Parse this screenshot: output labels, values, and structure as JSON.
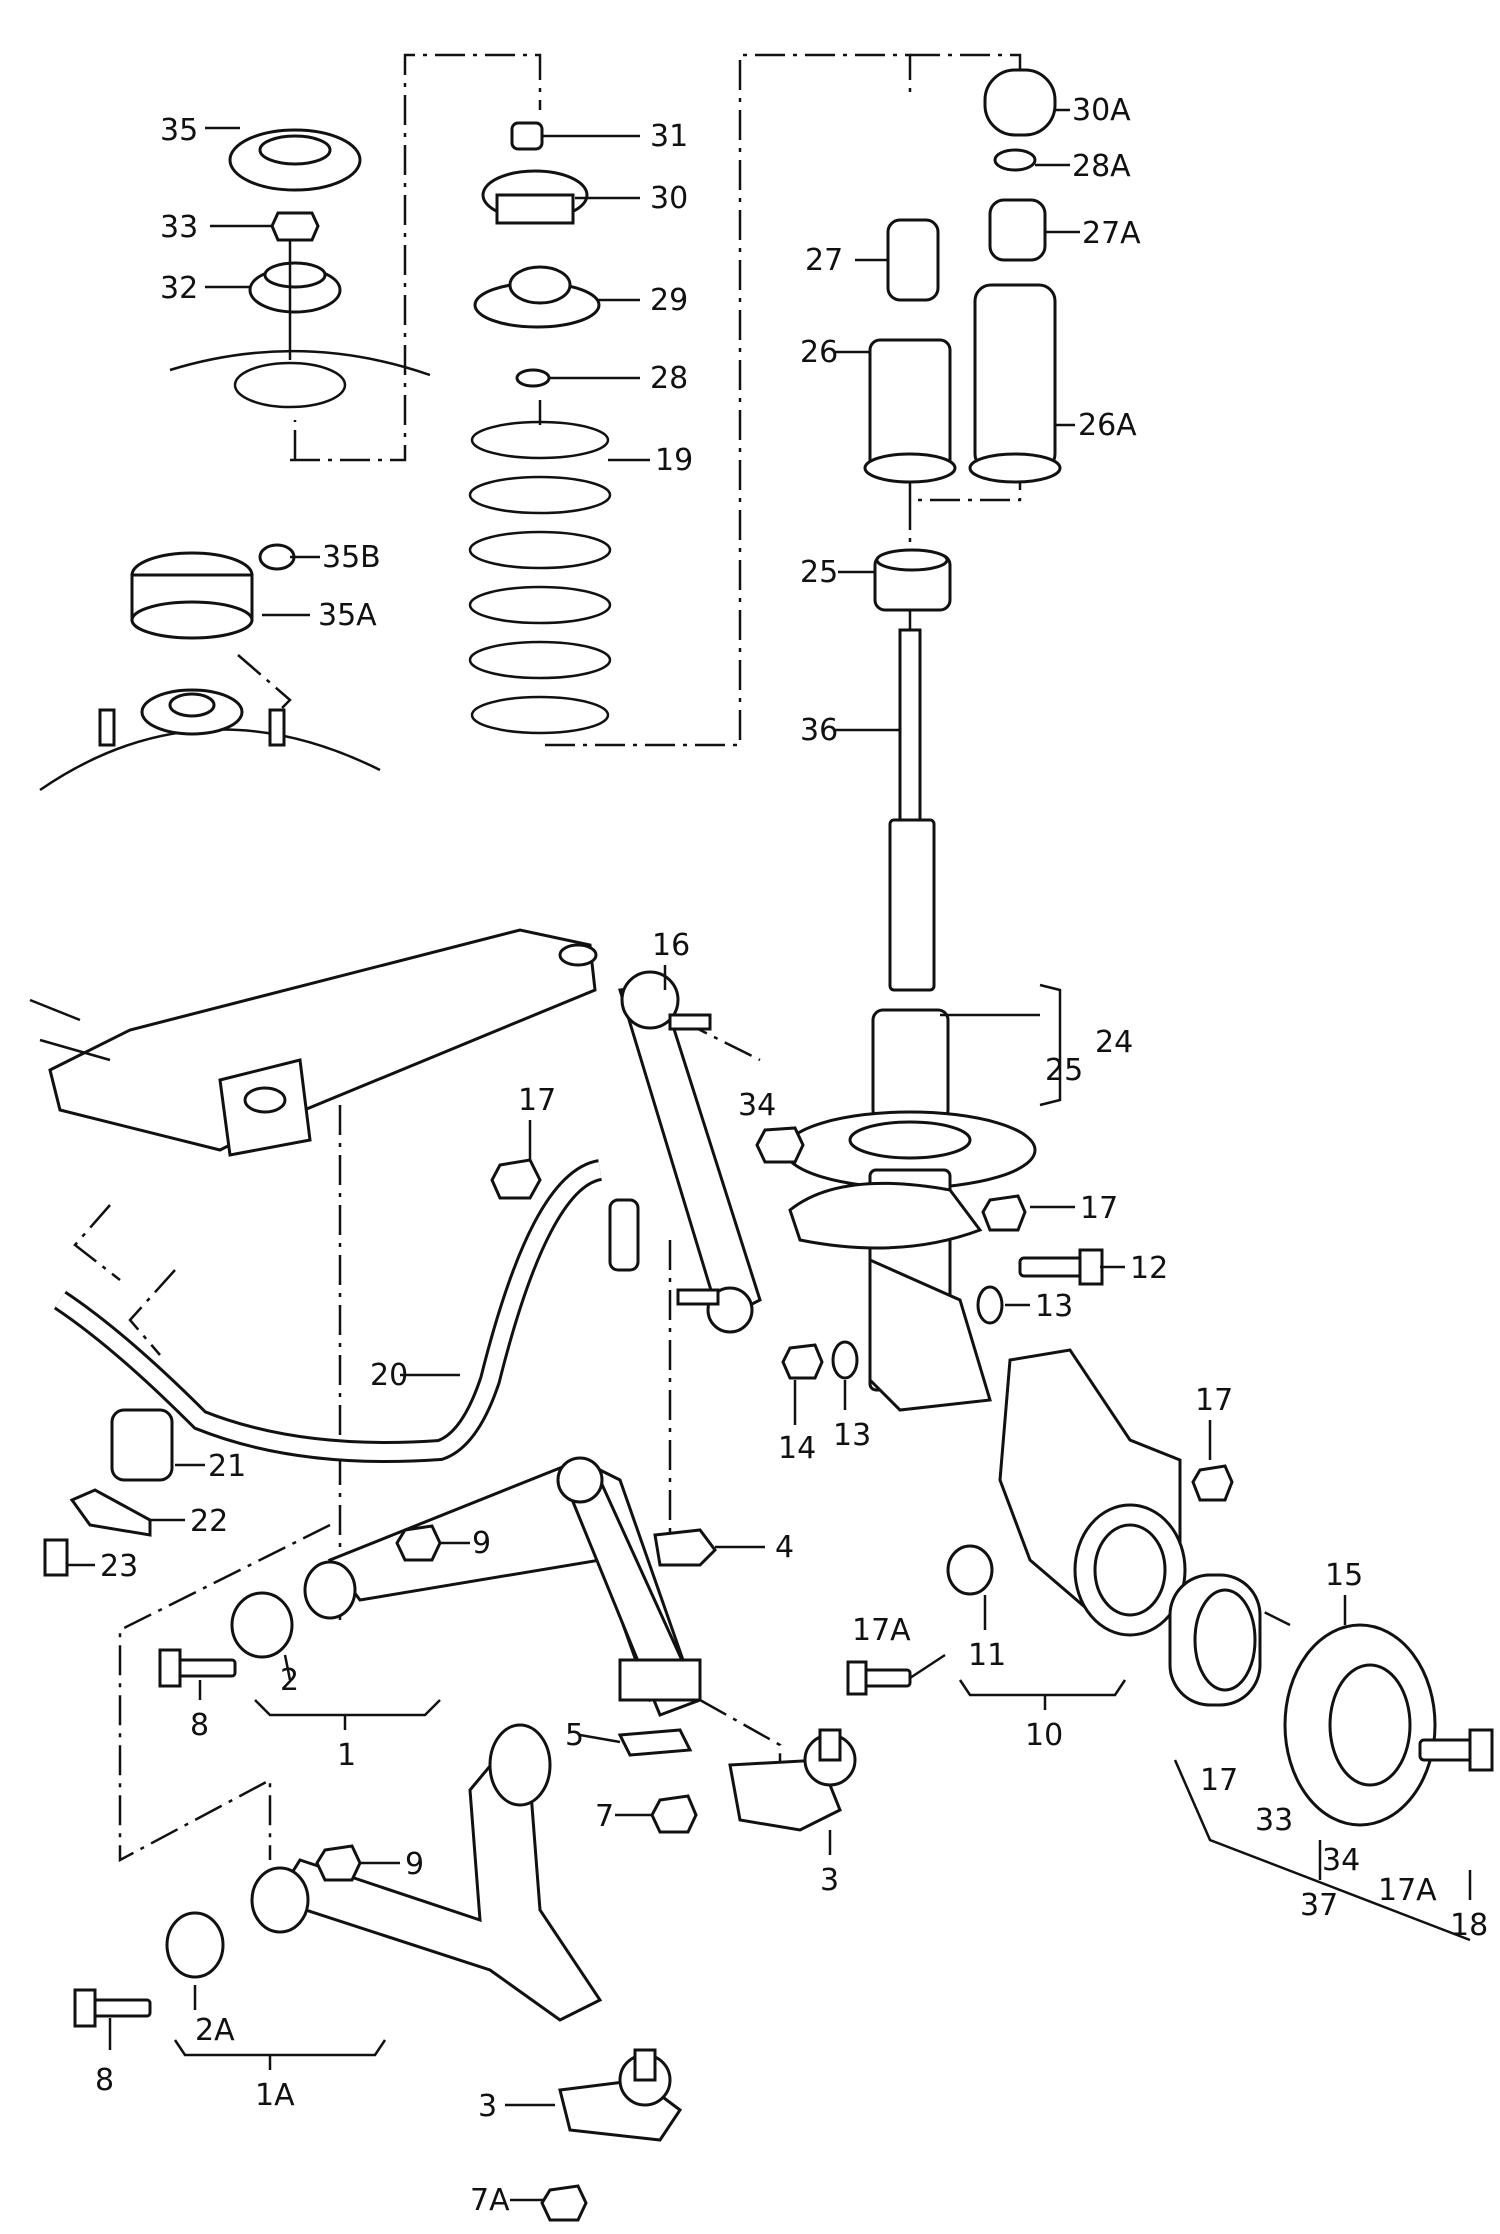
{
  "labels": {
    "l35": "35",
    "l33": "33",
    "l32": "32",
    "l31": "31",
    "l30": "30",
    "l29": "29",
    "l28": "28",
    "l19": "19",
    "l35b": "35B",
    "l35a": "35A",
    "l30a": "30A",
    "l28a": "28A",
    "l27a": "27A",
    "l27": "27",
    "l26": "26",
    "l26a": "26A",
    "l25top": "25",
    "l36": "36",
    "l16": "16",
    "l24": "24",
    "l25mid": "25",
    "l17a": "17",
    "l34a": "34",
    "l17b": "17",
    "l12": "12",
    "l13a": "13",
    "l20": "20",
    "l14": "14",
    "l13b": "13",
    "l17c": "17",
    "l21": "21",
    "l22": "22",
    "l9a": "9",
    "l4": "4",
    "l23": "23",
    "l15": "15",
    "l17a2": "17A",
    "l11": "11",
    "l2": "2",
    "l8a": "8",
    "l1": "1",
    "l10": "10",
    "l5": "5",
    "l17d": "17",
    "l33b": "33",
    "l34b": "34",
    "l17a3": "17A",
    "l37": "37",
    "l18": "18",
    "l7": "7",
    "l3a": "3",
    "l9b": "9",
    "l2a": "2A",
    "l8b": "8",
    "l1a": "1A",
    "l3b": "3",
    "l7a": "7A"
  },
  "colors": {
    "ink": "#111111",
    "paper": "#ffffff"
  }
}
